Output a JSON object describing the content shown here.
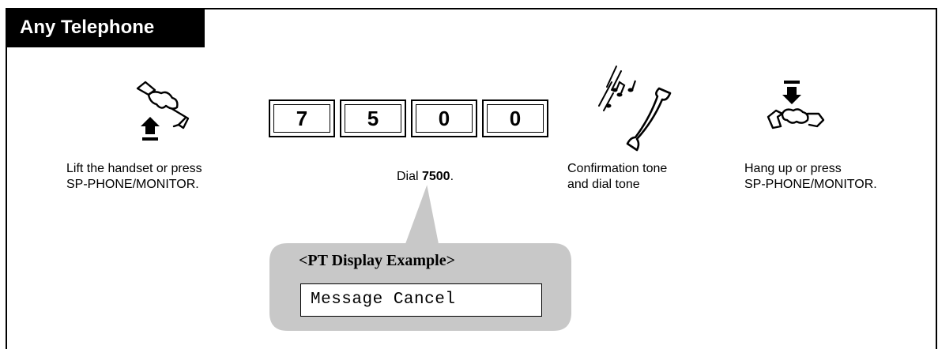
{
  "header": {
    "title": "Any Telephone"
  },
  "steps": [
    {
      "icon": "lift-handset-icon",
      "caption_line1": "Lift the handset or press",
      "caption_line2": "SP-PHONE/MONITOR."
    },
    {
      "icon": "dial-keys",
      "digits": [
        "7",
        "5",
        "0",
        "0"
      ],
      "caption_prefix": "Dial ",
      "caption_bold": "7500",
      "caption_suffix": "."
    },
    {
      "icon": "confirmation-tone-handset-icon",
      "caption_line1": "Confirmation tone",
      "caption_line2": "and dial tone"
    },
    {
      "icon": "hang-up-handset-icon",
      "caption_line1": "Hang up or press",
      "caption_line2": "SP-PHONE/MONITOR."
    }
  ],
  "display_example": {
    "title": "<PT Display Example>",
    "screen_text": "Message Cancel",
    "bubble_color": "#c8c8c8"
  }
}
